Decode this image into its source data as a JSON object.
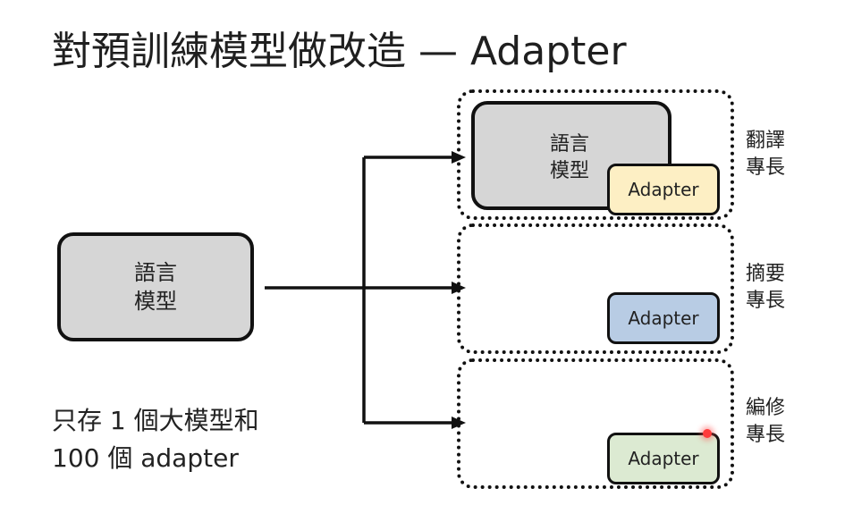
{
  "title": "對預訓練模型做改造 — Adapter",
  "main_model": {
    "line1": "語言",
    "line2": "模型"
  },
  "branches": [
    {
      "model_line1": "語言",
      "model_line2": "模型",
      "adapter": "Adapter",
      "adapter_color": "#fdefc4",
      "skill_line1": "翻譯",
      "skill_line2": "專長"
    },
    {
      "adapter": "Adapter",
      "adapter_color": "#b8cce4",
      "skill_line1": "摘要",
      "skill_line2": "專長"
    },
    {
      "adapter": "Adapter",
      "adapter_color": "#dcead2",
      "skill_line1": "編修",
      "skill_line2": "專長"
    }
  ],
  "note": {
    "line1": "只存 1 個大模型和",
    "line2": "100 個 adapter"
  }
}
